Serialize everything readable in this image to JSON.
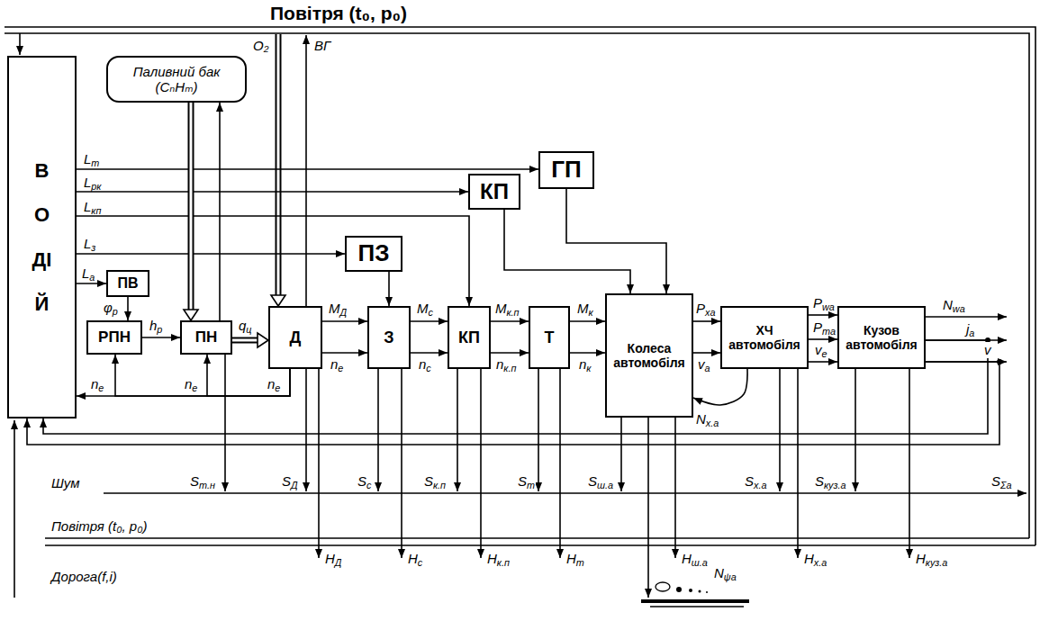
{
  "diagram": {
    "title": "Повітря (t₀, p₀)",
    "nodes": [
      {
        "text": [
          "ВОДІЙ"
        ]
      },
      {
        "text": [
          "Паливний бак (CₙHₘ)"
        ]
      },
      {
        "text": [
          "ГП"
        ]
      },
      {
        "text": [
          "КП"
        ]
      },
      {
        "text": [
          "ПЗ"
        ]
      },
      {
        "text": [
          "ПВ"
        ]
      },
      {
        "text": [
          "РПН"
        ]
      },
      {
        "text": [
          "ПН"
        ]
      },
      {
        "text": [
          "Д"
        ]
      },
      {
        "text": [
          "З"
        ]
      },
      {
        "text": [
          "КП"
        ]
      },
      {
        "text": [
          "Т"
        ]
      },
      {
        "text": [
          "Колеса автомобіля"
        ]
      },
      {
        "text": [
          "ХЧ автомобіля"
        ]
      },
      {
        "text": [
          "Кузов автомобіля"
        ]
      }
    ],
    "edges": [
      {
        "from": 0,
        "to": 2,
        "arrow": "to",
        "label": "Lт"
      },
      {
        "from": 0,
        "to": 3,
        "arrow": "to",
        "label": "Lрк"
      },
      {
        "from": 0,
        "to": 10,
        "arrow": "to",
        "label": "Lкп"
      },
      {
        "from": 0,
        "to": 4,
        "arrow": "to",
        "label": "Lз"
      },
      {
        "from": 0,
        "to": 5,
        "arrow": "to",
        "label": "Lа"
      },
      {
        "from": 5,
        "to": 6,
        "arrow": "to",
        "label": "φр"
      },
      {
        "from": 6,
        "to": 7,
        "arrow": "to",
        "label": "hр"
      },
      {
        "from": 1,
        "to": 7,
        "arrow": "to"
      },
      {
        "from": 7,
        "to": 1,
        "arrow": "to"
      },
      {
        "from": 7,
        "to": 8,
        "arrow": "to",
        "label": "qц"
      },
      {
        "from": 8,
        "to": 9,
        "arrow": "to",
        "label": "MД"
      },
      {
        "from": 8,
        "to": 9,
        "arrow": "to",
        "label": "ne"
      },
      {
        "from": 4,
        "to": 9,
        "arrow": "to"
      },
      {
        "from": 9,
        "to": 10,
        "arrow": "to",
        "label": "Mс"
      },
      {
        "from": 9,
        "to": 10,
        "arrow": "to",
        "label": "nс"
      },
      {
        "from": 10,
        "to": 11,
        "arrow": "to",
        "label": "Mк.п"
      },
      {
        "from": 10,
        "to": 11,
        "arrow": "to",
        "label": "nк.п"
      },
      {
        "from": 11,
        "to": 12,
        "arrow": "to",
        "label": "Mк"
      },
      {
        "from": 11,
        "to": 12,
        "arrow": "to",
        "label": "nк"
      },
      {
        "from": 3,
        "to": 12,
        "arrow": "to"
      },
      {
        "from": 2,
        "to": 12,
        "arrow": "to"
      },
      {
        "from": 12,
        "to": 13,
        "arrow": "to",
        "label": "Pxa"
      },
      {
        "from": 12,
        "to": 13,
        "arrow": "to",
        "label": "va"
      },
      {
        "from": 13,
        "to": 12,
        "arrow": "to",
        "label": "Nx.a"
      },
      {
        "from": 13,
        "to": 14,
        "arrow": "to",
        "label": "Pwa"
      },
      {
        "from": 13,
        "to": 14,
        "arrow": "to",
        "label": "Pma"
      },
      {
        "from": 13,
        "to": 14,
        "arrow": "to",
        "label": "ve"
      },
      {
        "from": 14,
        "to": 0,
        "arrow": "to"
      },
      {
        "from": 14,
        "to": 0,
        "arrow": "to"
      },
      {
        "from": 8,
        "to": 6,
        "arrow": "to",
        "label": "ne"
      },
      {
        "from": 8,
        "to": 7,
        "arrow": "to",
        "label": "ne"
      },
      {
        "from": 8,
        "to": 0,
        "arrow": "to",
        "label": "ne"
      }
    ],
    "labels": [
      "O₂",
      "ВГ",
      "Nwa",
      "ja",
      "v",
      "Шум",
      "Sт.н",
      "SД",
      "Sс",
      "Sк.п",
      "Sт",
      "Sш.а",
      "Sх.а",
      "Sкуз.а",
      "SΣа",
      "Повітря (t₀, p₀)",
      "HД",
      "Hс",
      "Hк.п",
      "Hт",
      "Hш.а",
      "Hх.а",
      "Hкуз.а",
      "Дорога(f,i)",
      "Nψa"
    ]
  }
}
